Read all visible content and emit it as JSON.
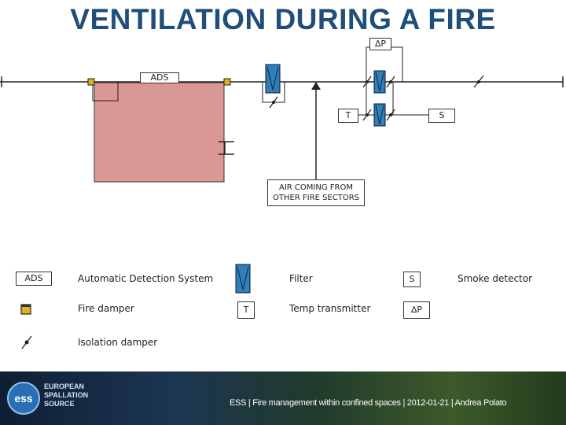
{
  "title": "VENTILATION DURING A FIRE",
  "diagram": {
    "dp_label": "∆P",
    "ads_label": "ADS",
    "t_label": "T",
    "s_label": "S",
    "air_label_line1": "AIR COMING FROM",
    "air_label_line2": "OTHER FIRE SECTORS"
  },
  "legend": {
    "ads_symbol": "ADS",
    "ads_text": "Automatic Detection System",
    "filter_text": "Filter",
    "s_symbol": "S",
    "smoke_text": "Smoke detector",
    "fire_damper_text": "Fire damper",
    "t_symbol": "T",
    "temp_text": "Temp transmitter",
    "dp_symbol": "∆P",
    "isolation_text": "Isolation damper"
  },
  "footer": {
    "logo_text": "ess",
    "org_line1": "EUROPEAN",
    "org_line2": "SPALLATION",
    "org_line3": "SOURCE",
    "credits": "ESS | Fire management within confined spaces | 2012-01-21 | Andrea Polato",
    "overlay": "Smoke detector"
  }
}
